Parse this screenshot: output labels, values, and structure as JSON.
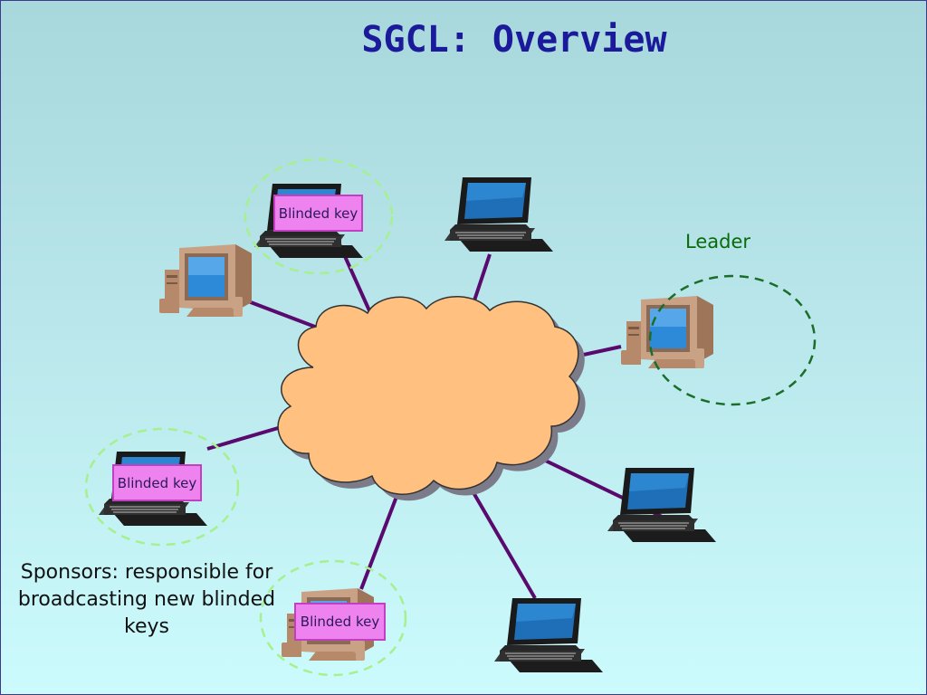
{
  "title": "SGCL: Overview",
  "nodes": [
    {
      "kind": "laptop",
      "badge": "Blinded key",
      "ring": "sponsor"
    },
    {
      "kind": "laptop"
    },
    {
      "kind": "desktop"
    },
    {
      "kind": "desktop",
      "ring": "leader",
      "caption": "Leader"
    },
    {
      "kind": "laptop",
      "badge": "Blinded key",
      "ring": "sponsor"
    },
    {
      "kind": "laptop"
    },
    {
      "kind": "desktop",
      "badge": "Blinded key",
      "ring": "sponsor"
    },
    {
      "kind": "laptop"
    }
  ],
  "labels": {
    "blinded_key": "Blinded key",
    "leader": "Leader",
    "sponsors_note": "Sponsors: responsible for broadcasting new blinded keys"
  },
  "colors": {
    "title": "#1a1a9a",
    "link": "#5a0a6e",
    "cloud": "#ffc080",
    "sponsor_ring": "#a6f08e",
    "leader_ring": "#1a6e2a",
    "badge": "#ee82ee"
  },
  "icons": [
    "cloud-icon",
    "laptop-icon",
    "desktop-computer-icon"
  ]
}
